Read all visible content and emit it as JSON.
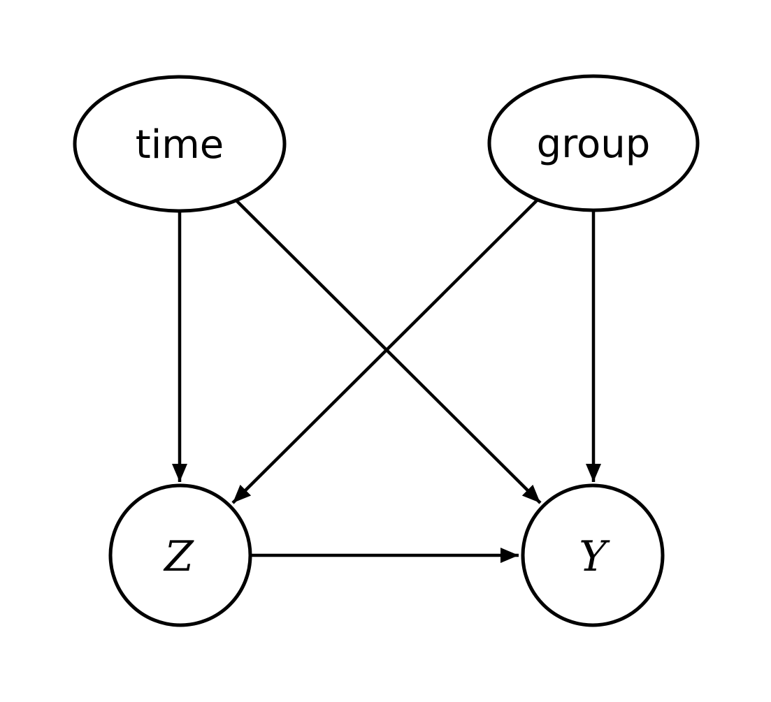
{
  "diagram": {
    "type": "directed-acyclic-graph",
    "description": "Causal DAG with time and group as parent nodes pointing to Z and Y, and Z pointing to Y",
    "background_color": "#ffffff",
    "stroke_color": "#000000",
    "nodes": [
      {
        "id": "time",
        "label": "time",
        "shape": "ellipse",
        "position": "top-left"
      },
      {
        "id": "group",
        "label": "group",
        "shape": "ellipse",
        "position": "top-right"
      },
      {
        "id": "Z",
        "label": "Z",
        "shape": "circle",
        "position": "bottom-left"
      },
      {
        "id": "Y",
        "label": "Y",
        "shape": "circle",
        "position": "bottom-right"
      }
    ],
    "edges": [
      {
        "from": "time",
        "to": "Z"
      },
      {
        "from": "time",
        "to": "Y"
      },
      {
        "from": "group",
        "to": "Z"
      },
      {
        "from": "group",
        "to": "Y"
      },
      {
        "from": "Z",
        "to": "Y"
      }
    ]
  }
}
